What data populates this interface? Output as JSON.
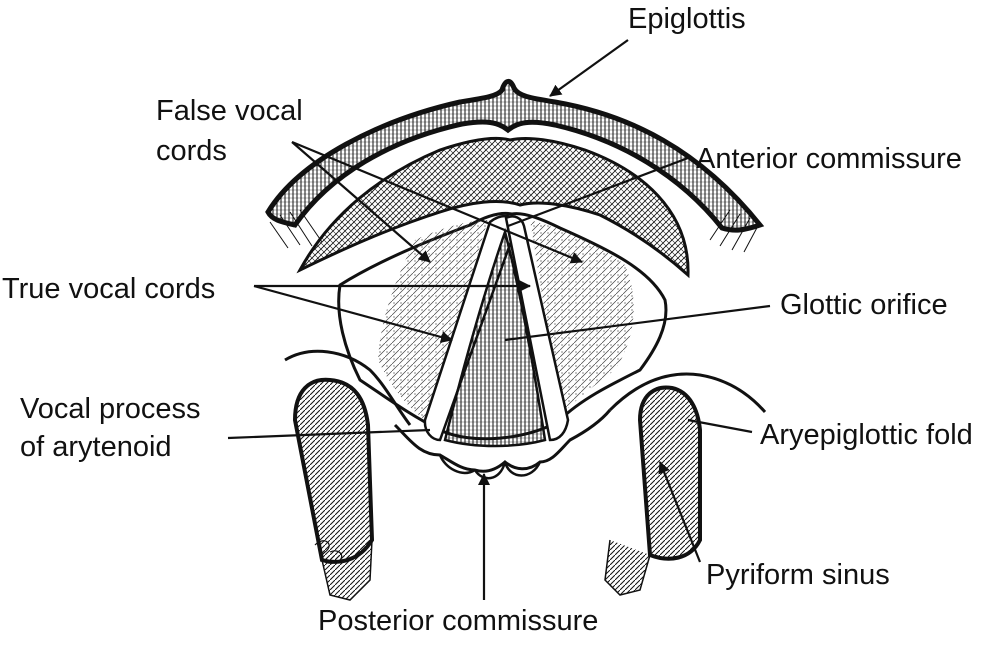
{
  "labels": {
    "epiglottis": "Epiglottis",
    "false_vocal_cords_line1": "False vocal",
    "false_vocal_cords_line2": "cords",
    "anterior_commissure": "Anterior commissure",
    "true_vocal_cords": "True vocal cords",
    "glottic_orifice": "Glottic orifice",
    "vocal_process_line1": "Vocal process",
    "vocal_process_line2": "of arytenoid",
    "aryepiglottic_fold": "Aryepiglottic fold",
    "pyriform_sinus": "Pyriform sinus",
    "posterior_commissure": "Posterior commissure"
  },
  "colors": {
    "ink": "#111111",
    "paper": "#ffffff"
  }
}
